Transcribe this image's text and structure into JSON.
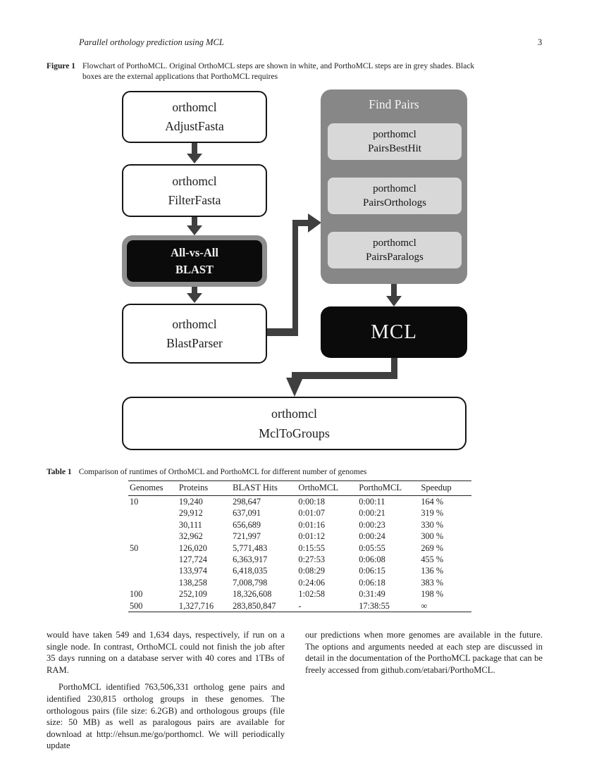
{
  "page": {
    "running_title": "Parallel orthology prediction using MCL",
    "page_number": "3"
  },
  "figure": {
    "label": "Figure 1",
    "caption": "Flowchart of PorthoMCL. Original OrthoMCL steps are shown in white, and PorthoMCL steps are in grey shades. Black boxes are the external applications that PorthoMCL requires",
    "flowchart": {
      "adjust_fasta": {
        "line1": "orthomcl",
        "line2": "AdjustFasta"
      },
      "filter_fasta": {
        "line1": "orthomcl",
        "line2": "FilterFasta"
      },
      "blast": {
        "line1": "All-vs-All",
        "line2": "BLAST"
      },
      "blast_parser": {
        "line1": "orthomcl",
        "line2": "BlastParser"
      },
      "find_pairs_title": "Find Pairs",
      "pairs_best_hit": {
        "line1": "porthomcl",
        "line2": "PairsBestHit"
      },
      "pairs_orthologs": {
        "line1": "porthomcl",
        "line2": "PairsOrthologs"
      },
      "pairs_paralogs": {
        "line1": "porthomcl",
        "line2": "PairsParalogs"
      },
      "mcl": "MCL",
      "mcl_to_groups": {
        "line1": "orthomcl",
        "line2": "MclToGroups"
      }
    },
    "colors": {
      "white_step": "#ffffff",
      "grey_container": "#878787",
      "grey_ring": "#8e8e8e",
      "light_grey_step": "#d8d8d8",
      "black_external": "#0b0b0b",
      "arrow": "#3f3f3f",
      "box_border": "#161616"
    }
  },
  "table": {
    "label": "Table 1",
    "caption": "Comparison of runtimes of OrthoMCL and PorthoMCL for different number of genomes",
    "columns": [
      "Genomes",
      "Proteins",
      "BLAST Hits",
      "OrthoMCL",
      "PorthoMCL",
      "Speedup"
    ],
    "rows": [
      [
        "10",
        "19,240",
        "298,647",
        "0:00:18",
        "0:00:11",
        "164 %"
      ],
      [
        "",
        "29,912",
        "637,091",
        "0:01:07",
        "0:00:21",
        "319 %"
      ],
      [
        "",
        "30,111",
        "656,689",
        "0:01:16",
        "0:00:23",
        "330 %"
      ],
      [
        "",
        "32,962",
        "721,997",
        "0:01:12",
        "0:00:24",
        "300 %"
      ],
      [
        "50",
        "126,020",
        "5,771,483",
        "0:15:55",
        "0:05:55",
        "269 %"
      ],
      [
        "",
        "127,724",
        "6,363,917",
        "0:27:53",
        "0:06:08",
        "455 %"
      ],
      [
        "",
        "133,974",
        "6,418,035",
        "0:08:29",
        "0:06:15",
        "136 %"
      ],
      [
        "",
        "138,258",
        "7,008,798",
        "0:24:06",
        "0:06:18",
        "383 %"
      ],
      [
        "100",
        "252,109",
        "18,326,608",
        "1:02:58",
        "0:31:49",
        "198 %"
      ],
      [
        "500",
        "1,327,716",
        "283,850,847",
        "-",
        "17:38:55",
        "∞"
      ]
    ]
  },
  "body": {
    "left": {
      "p1": "would have taken 549 and 1,634 days, respectively, if run on a single node. In contrast, OrthoMCL could not finish the job after 35 days running on a database server with 40 cores and 1TBs of RAM.",
      "p2": "PorthoMCL identified 763,506,331 ortholog gene pairs and identified 230,815 ortholog groups in these genomes. The orthologous pairs (file size: 6.2GB) and orthologous groups (file size: 50 MB) as well as paralogous pairs are available for download at http://ehsun.me/go/porthomcl. We will periodically update"
    },
    "right": {
      "p1": "our predictions when more genomes are available in the future. The options and arguments needed at each step are discussed in detail in the documentation of the PorthoMCL package that can be freely accessed from github.com/etabari/PorthoMCL."
    }
  }
}
